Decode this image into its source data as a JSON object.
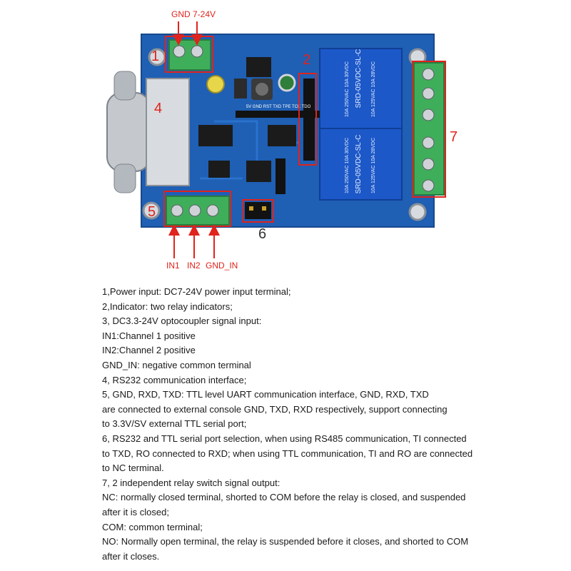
{
  "figure": {
    "top_label": "GND 7-24V",
    "callouts": [
      "1",
      "2",
      "4",
      "5",
      "6",
      "7"
    ],
    "bottom_labels": [
      "IN1",
      "IN2",
      "GND_IN"
    ],
    "relay_text": [
      "SRD-05VDC-SL-C",
      "10A 250VAC 10A 30VDC",
      "10A 125VAC 10A 28VDC"
    ],
    "silk_header": "5V GND RST TXD TPE TCK TDO",
    "colors": {
      "pcb": "#1f5fb4",
      "pcb_dark": "#17498c",
      "relay": "#1c58c8",
      "terminal": "#3fae5a",
      "callout": "#e0231c",
      "connector_metal": "#cfd3d8"
    }
  },
  "notes": [
    "1,Power input: DC7-24V power input terminal;",
    "2,Indicator: two relay indicators;",
    "3, DC3.3-24V optocoupler signal input:",
    "IN1:Channel 1 positive",
    "IN2:Channel 2 positive",
    "GND_IN: negative common terminal",
    "4, RS232 communication interface;",
    "5, GND, RXD, TXD: TTL level UART communication interface, GND, RXD, TXD",
    "are connected to external console GND, TXD, RXD respectively, support connecting",
    "to 3.3V/SV external TTL serial port;",
    "6, RS232 and TTL serial port selection, when using RS485 communication, TI connected",
    "to TXD, RO connected to RXD; when using TTL communication, TI and RO are connected",
    "to NC terminal.",
    "7, 2 independent relay switch signal output:",
    "NC: normally closed terminal, shorted to COM before the relay is closed, and suspended",
    "after it is closed;",
    "COM: common terminal;",
    "NO: Normally open terminal, the relay is suspended before it closes, and shorted to COM",
    "after it closes."
  ]
}
